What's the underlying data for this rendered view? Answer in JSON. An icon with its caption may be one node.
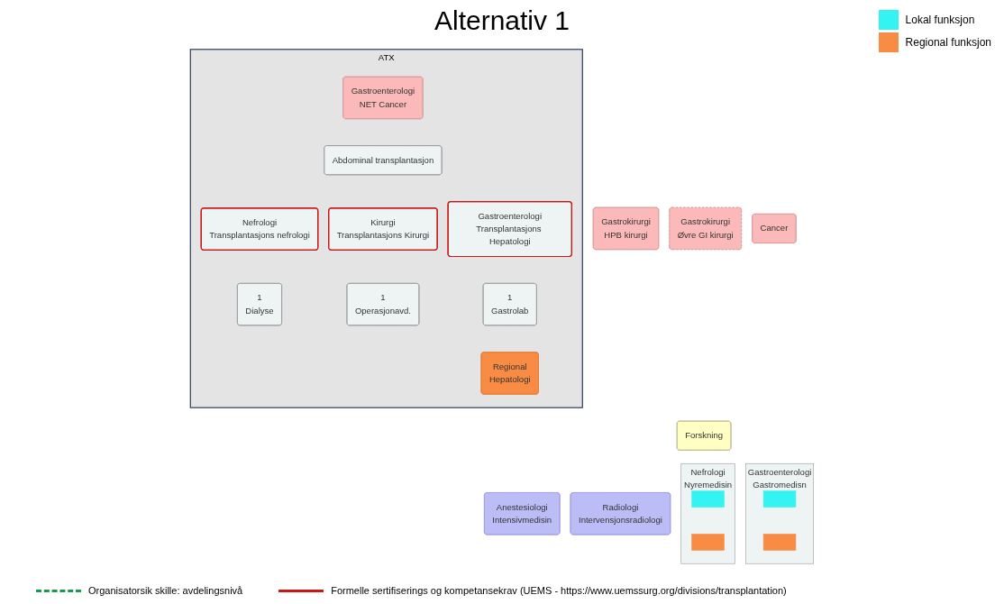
{
  "diagram": {
    "title": "Alternativ 1",
    "nodes": [
      {
        "text": [
          "ATX"
        ]
      },
      {
        "text": [
          "Gastroenterologi",
          "NET Cancer"
        ],
        "in": 0
      },
      {
        "text": [
          "Gastrokirurgi",
          "HPB kirurgi"
        ]
      },
      {
        "text": [
          "Gastrokirurgi",
          "Øvre GI kirurgi"
        ]
      },
      {
        "text": [
          "Cancer"
        ]
      },
      {
        "text": [
          "Forskning"
        ]
      },
      {
        "text": [
          "Anestesiologi",
          "Intensivmedisin"
        ]
      },
      {
        "text": [
          "Radiologi",
          "Intervensjonsradiologi"
        ]
      },
      {
        "text": [
          "Abdominal transplantasjon"
        ],
        "in": 0
      },
      {
        "text": [
          "Nefrologi",
          "Nyremedisin"
        ]
      },
      {
        "text": [],
        "shape": "box",
        "in": 9
      },
      {
        "text": [],
        "shape": "box",
        "in": 9
      },
      {
        "text": [
          "Nefrologi",
          "Transplantasjons nefrologi"
        ],
        "in": 0
      },
      {
        "text": [
          "Kirurgi",
          "Transplantasjons Kirurgi"
        ],
        "in": 0
      },
      {
        "text": [
          "Gastroenterologi",
          "Transplantasjons Hepatologi"
        ],
        "in": 0
      },
      {
        "text": [
          "Gastroenterologi",
          "Gastromedisn"
        ]
      },
      {
        "text": [],
        "shape": "box",
        "in": 15
      },
      {
        "text": [],
        "shape": "box",
        "in": 15
      },
      {
        "text": [
          "1",
          "Dialyse"
        ],
        "in": 0
      },
      {
        "text": [
          "1",
          "Operasjonavd."
        ],
        "in": 0
      },
      {
        "text": [
          "1",
          "Gastrolab"
        ],
        "in": 0
      },
      {
        "text": [
          "Regional",
          "Hepatologi"
        ],
        "in": 0
      }
    ],
    "legend": [
      {
        "text": "Lokal funksjon",
        "color": "#33f3f3"
      },
      {
        "text": "Regional funksjon",
        "color": "#f98c45"
      },
      {
        "text": "Organisatorsik skille: avdelingsnivå"
      },
      {
        "text": "Formelle sertifiserings og kompetansekrav (UEMS - https://www.uemssurg.org/divisions/transplantation)"
      }
    ]
  }
}
